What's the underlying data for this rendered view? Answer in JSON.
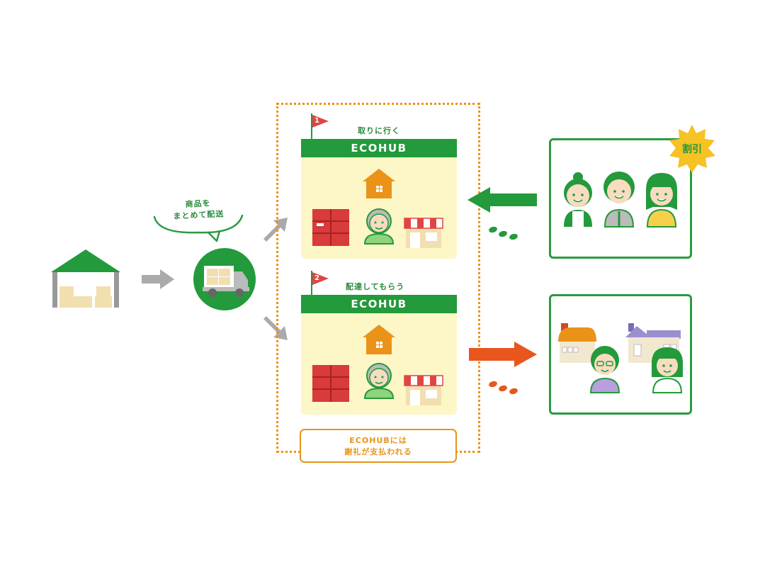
{
  "colors": {
    "green": "#239a3b",
    "orange": "#ea9318",
    "red": "#e04545",
    "hub_bg": "#fdf6c6",
    "arrow_gray": "#aaaaaa",
    "arrow_orange": "#e8561e"
  },
  "speech_bubble": {
    "line1": "商品を",
    "line2": "まとめて配送"
  },
  "hubs": [
    {
      "number": "1",
      "label": "取りに行く",
      "name": "ECOHUB"
    },
    {
      "number": "2",
      "label": "配達してもらう",
      "name": "ECOHUB"
    }
  ],
  "discount_badge": "割引",
  "note": {
    "line1": "ECOHUBには",
    "line2": "謝礼が支払われる"
  },
  "icons": [
    "warehouse-icon",
    "delivery-truck-icon",
    "house-icon",
    "locker-icon",
    "elderly-person-icon",
    "shop-icon",
    "footprints-icon",
    "customer-icon",
    "residence-icon"
  ]
}
